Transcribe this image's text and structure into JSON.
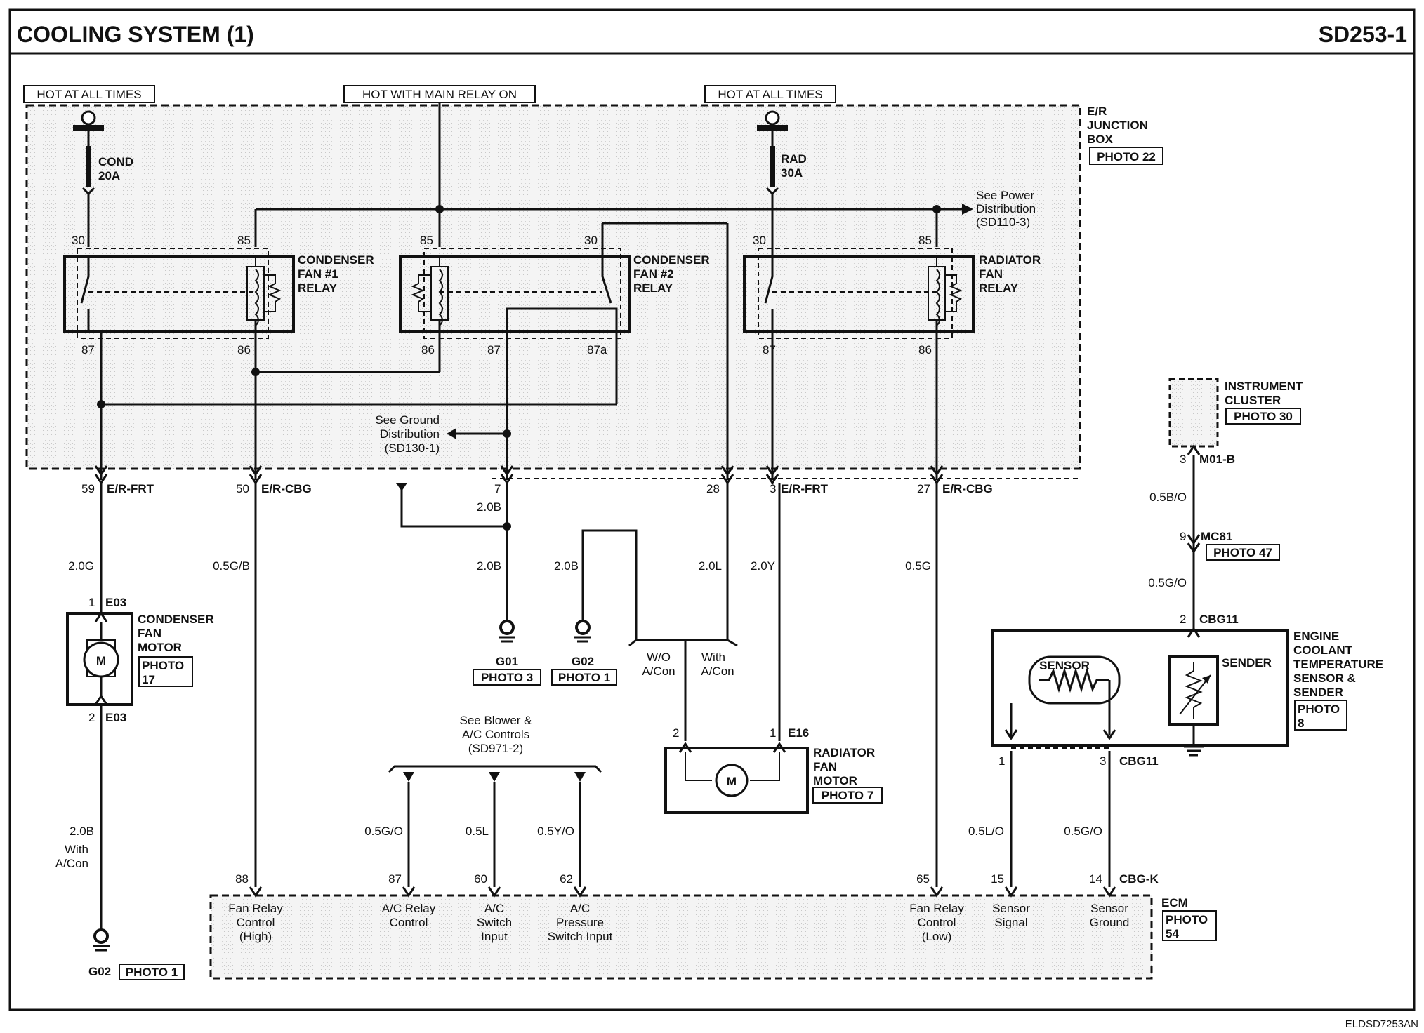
{
  "header": {
    "title": "COOLING SYSTEM (1)",
    "page_code": "SD253-1"
  },
  "footer": {
    "code": "ELDSD7253AN"
  },
  "power_sources": [
    {
      "label": "HOT AT ALL TIMES"
    },
    {
      "label": "HOT WITH MAIN RELAY ON"
    },
    {
      "label": "HOT AT ALL TIMES"
    }
  ],
  "fuses": [
    {
      "name": "COND",
      "rating": "20A"
    },
    {
      "name": "RAD",
      "rating": "30A"
    }
  ],
  "junction_box": {
    "line1": "E/R",
    "line2": "JUNCTION",
    "line3": "BOX",
    "photo": "PHOTO 22"
  },
  "power_note": {
    "line1": "See Power",
    "line2": "Distribution",
    "line3": "(SD110-3)"
  },
  "ground_note": {
    "line1": "See Ground",
    "line2": "Distribution",
    "line3": "(SD130-1)"
  },
  "relays": [
    {
      "line1": "CONDENSER",
      "line2": "FAN #1",
      "line3": "RELAY",
      "pins": [
        "30",
        "85",
        "87",
        "86"
      ]
    },
    {
      "line1": "CONDENSER",
      "line2": "FAN #2",
      "line3": "RELAY",
      "pins": [
        "85",
        "30",
        "86",
        "87",
        "87a"
      ]
    },
    {
      "line1": "RADIATOR",
      "line2": "FAN",
      "line3": "RELAY",
      "pins": [
        "30",
        "85",
        "87",
        "86"
      ]
    }
  ],
  "connector_pins": [
    {
      "pin": "59",
      "name": "E/R-FRT"
    },
    {
      "pin": "50",
      "name": "E/R-CBG"
    },
    {
      "pin": "7",
      "name": ""
    },
    {
      "pin": "28",
      "name": ""
    },
    {
      "pin": "3",
      "name": "E/R-FRT"
    },
    {
      "pin": "27",
      "name": "E/R-CBG"
    }
  ],
  "wires": {
    "w_2_0G": "2.0G",
    "w_0_5GB": "0.5G/B",
    "w_2_0B_a": "2.0B",
    "w_2_0B_b": "2.0B",
    "w_2_0B_c": "2.0B",
    "w_2_0L": "2.0L",
    "w_2_0Y": "2.0Y",
    "w_0_5G": "0.5G",
    "w_2_0B_d": "2.0B",
    "w_0_5BO": "0.5B/O",
    "w_0_5GO": "0.5G/O",
    "w_0_5GO_b": "0.5G/O",
    "w_0_5L": "0.5L",
    "w_0_5YO": "0.5Y/O",
    "w_0_5LO": "0.5L/O",
    "w_0_5GO_c": "0.5G/O"
  },
  "with_acon_note": {
    "line1": "With",
    "line2": "A/Con"
  },
  "condenser_motor": {
    "line1": "CONDENSER",
    "line2": "FAN",
    "line3": "MOTOR",
    "photo1": "PHOTO",
    "photo2": "17",
    "pin_top": "1",
    "pin_bottom": "2",
    "conn": "E03",
    "symbol": "M"
  },
  "grounds": [
    {
      "name": "G01",
      "photo": "PHOTO 3"
    },
    {
      "name": "G02",
      "photo": "PHOTO 1"
    },
    {
      "name": "G02",
      "photo": "PHOTO 1"
    }
  ],
  "splice": {
    "wo": "W/O",
    "wo2": "A/Con",
    "with": "With",
    "with2": "A/Con"
  },
  "radiator_motor": {
    "line1": "RADIATOR",
    "line2": "FAN",
    "line3": "MOTOR",
    "photo": "PHOTO 7",
    "pin_left": "2",
    "pin_right": "1",
    "conn": "E16",
    "symbol": "M"
  },
  "instrument_cluster": {
    "line1": "INSTRUMENT",
    "line2": "CLUSTER",
    "photo": "PHOTO 30",
    "pin": "3",
    "conn": "M01-B"
  },
  "mc81": {
    "pin": "9",
    "conn": "MC81",
    "photo": "PHOTO 47"
  },
  "ect": {
    "pin_top": "2",
    "conn_top": "CBG11",
    "sensor": "SENSOR",
    "sender": "SENDER",
    "line1": "ENGINE",
    "line2": "COOLANT",
    "line3": "TEMPERATURE",
    "line4": "SENSOR &",
    "line5": "SENDER",
    "photo1": "PHOTO",
    "photo2": "8",
    "pin_b1": "1",
    "pin_b3": "3",
    "conn_b": "CBG11"
  },
  "blower_note": {
    "line1": "See Blower &",
    "line2": "A/C Controls",
    "line3": "(SD971-2)"
  },
  "ecm": {
    "name": "ECM",
    "photo1": "PHOTO",
    "photo2": "54",
    "conn": "CBG-K",
    "pins": [
      "88",
      "87",
      "60",
      "62",
      "65",
      "15",
      "14"
    ],
    "labels": [
      [
        "Fan Relay",
        "Control",
        "(High)"
      ],
      [
        "A/C Relay",
        "Control",
        ""
      ],
      [
        "A/C",
        "Switch",
        "Input"
      ],
      [
        "A/C",
        "Pressure",
        "Switch Input"
      ],
      [
        "Fan Relay",
        "Control",
        "(Low)"
      ],
      [
        "Sensor",
        "Signal",
        ""
      ],
      [
        "Sensor",
        "Ground",
        ""
      ]
    ]
  }
}
